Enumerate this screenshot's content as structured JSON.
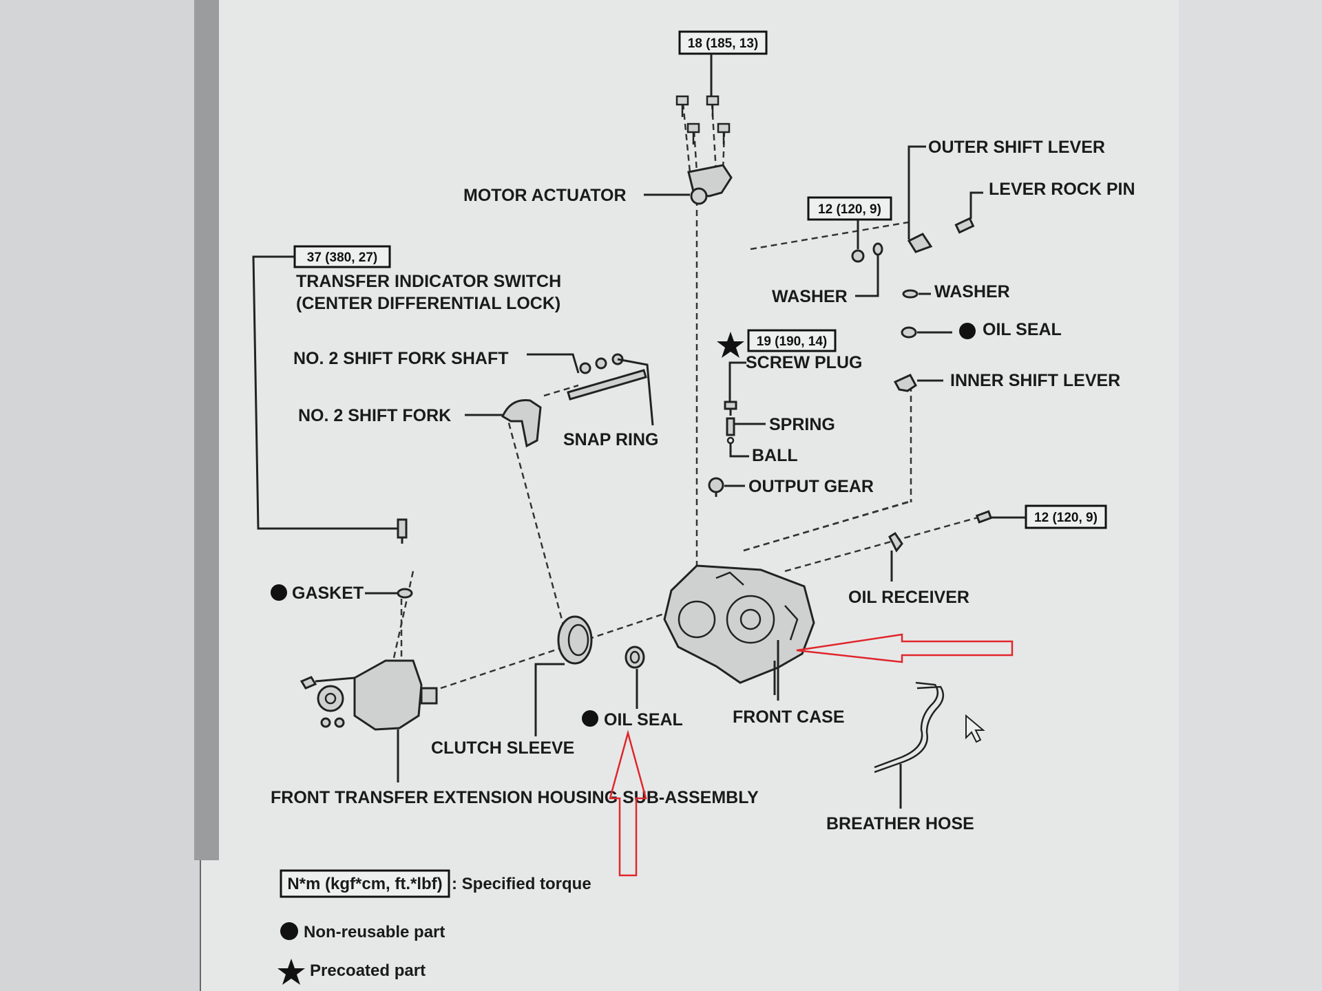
{
  "labels": {
    "torque_top": "18 (185, 13)",
    "motor_actuator": "MOTOR ACTUATOR",
    "torque_indicator": "37 (380, 27)",
    "transfer_indicator_switch_1": "TRANSFER INDICATOR SWITCH",
    "transfer_indicator_switch_2": "(CENTER DIFFERENTIAL LOCK)",
    "no2_shift_fork_shaft": "NO. 2 SHIFT FORK SHAFT",
    "no2_shift_fork": "NO. 2 SHIFT FORK",
    "snap_ring": "SNAP RING",
    "outer_shift_lever": "OUTER SHIFT LEVER",
    "lever_rock_pin": "LEVER ROCK PIN",
    "torque_lever": "12 (120, 9)",
    "washer_left": "WASHER",
    "washer_right": "WASHER",
    "oil_seal_upper": "OIL SEAL",
    "torque_screw_plug": "19 (190, 14)",
    "screw_plug": "SCREW PLUG",
    "inner_shift_lever": "INNER SHIFT LEVER",
    "spring": "SPRING",
    "ball": "BALL",
    "output_gear": "OUTPUT GEAR",
    "torque_oil_receiver": "12 (120, 9)",
    "oil_receiver": "OIL RECEIVER",
    "gasket": "GASKET",
    "oil_seal_lower": "OIL SEAL",
    "front_case": "FRONT CASE",
    "clutch_sleeve": "CLUTCH SLEEVE",
    "front_transfer_housing": "FRONT TRANSFER EXTENSION HOUSING SUB-ASSEMBLY",
    "breather_hose": "BREATHER HOSE"
  },
  "legend": {
    "torque_unit": "N*m (kgf*cm, ft.*lbf)",
    "torque_desc": ": Specified torque",
    "non_reusable": "Non-reusable part",
    "precoated": "Precoated part"
  },
  "colors": {
    "annotation_arrow": "#e0262b",
    "ink": "#1a1a1a",
    "paper": "#e6e8e8"
  },
  "icons": {
    "non_reusable_marker": "filled-circle-icon",
    "precoated_marker": "star-icon",
    "cursor": "mouse-pointer-icon"
  }
}
